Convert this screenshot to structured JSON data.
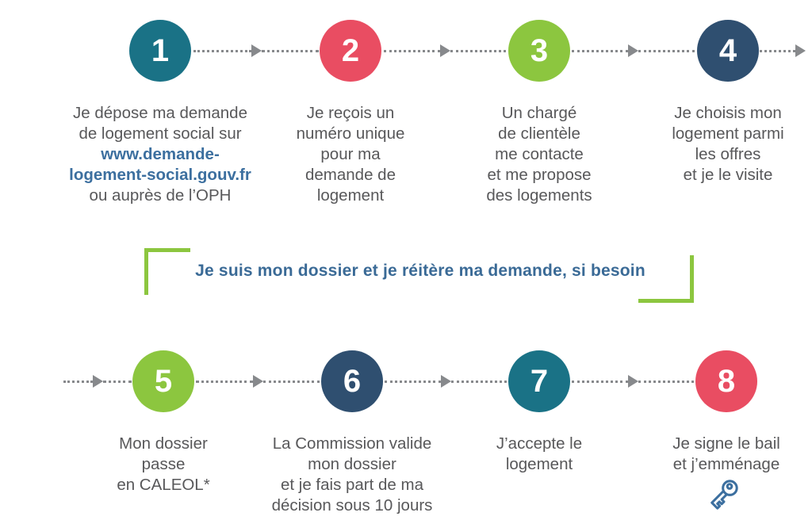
{
  "palette": {
    "teal": "#1a7286",
    "red": "#e94d62",
    "green": "#8cc63f",
    "navy": "#2f4f70",
    "gray_text": "#58585a",
    "blue_text": "#3c6f9f",
    "banner_blue": "#3a6a96",
    "connector_gray": "#87898c"
  },
  "banner": {
    "text": "Je suis mon dossier et je réitère ma demande, si besoin"
  },
  "steps": [
    {
      "number": "1",
      "color": "teal",
      "lines": [
        "Je dépose ma demande",
        "de logement social sur",
        "www.demande-",
        "logement-social.gouv.fr",
        "ou auprès de l’OPH"
      ]
    },
    {
      "number": "2",
      "color": "red",
      "lines": [
        "Je reçois un",
        "numéro unique",
        "pour ma",
        "demande de",
        "logement"
      ]
    },
    {
      "number": "3",
      "color": "green",
      "lines": [
        "Un chargé",
        "de clientèle",
        "me contacte",
        "et me propose",
        "des logements"
      ]
    },
    {
      "number": "4",
      "color": "navy",
      "lines": [
        "Je choisis mon",
        "logement parmi",
        "les offres",
        "et je le visite"
      ]
    },
    {
      "number": "5",
      "color": "green",
      "lines": [
        "Mon dossier",
        "passe",
        "en CALEOL*"
      ]
    },
    {
      "number": "6",
      "color": "navy",
      "lines": [
        "La Commission valide",
        "mon dossier",
        "et je fais part de ma",
        "décision sous 10 jours"
      ]
    },
    {
      "number": "7",
      "color": "teal",
      "lines": [
        "J’accepte le",
        "logement"
      ]
    },
    {
      "number": "8",
      "color": "red",
      "lines": [
        "Je signe le bail",
        "et j’emménage"
      ]
    }
  ]
}
